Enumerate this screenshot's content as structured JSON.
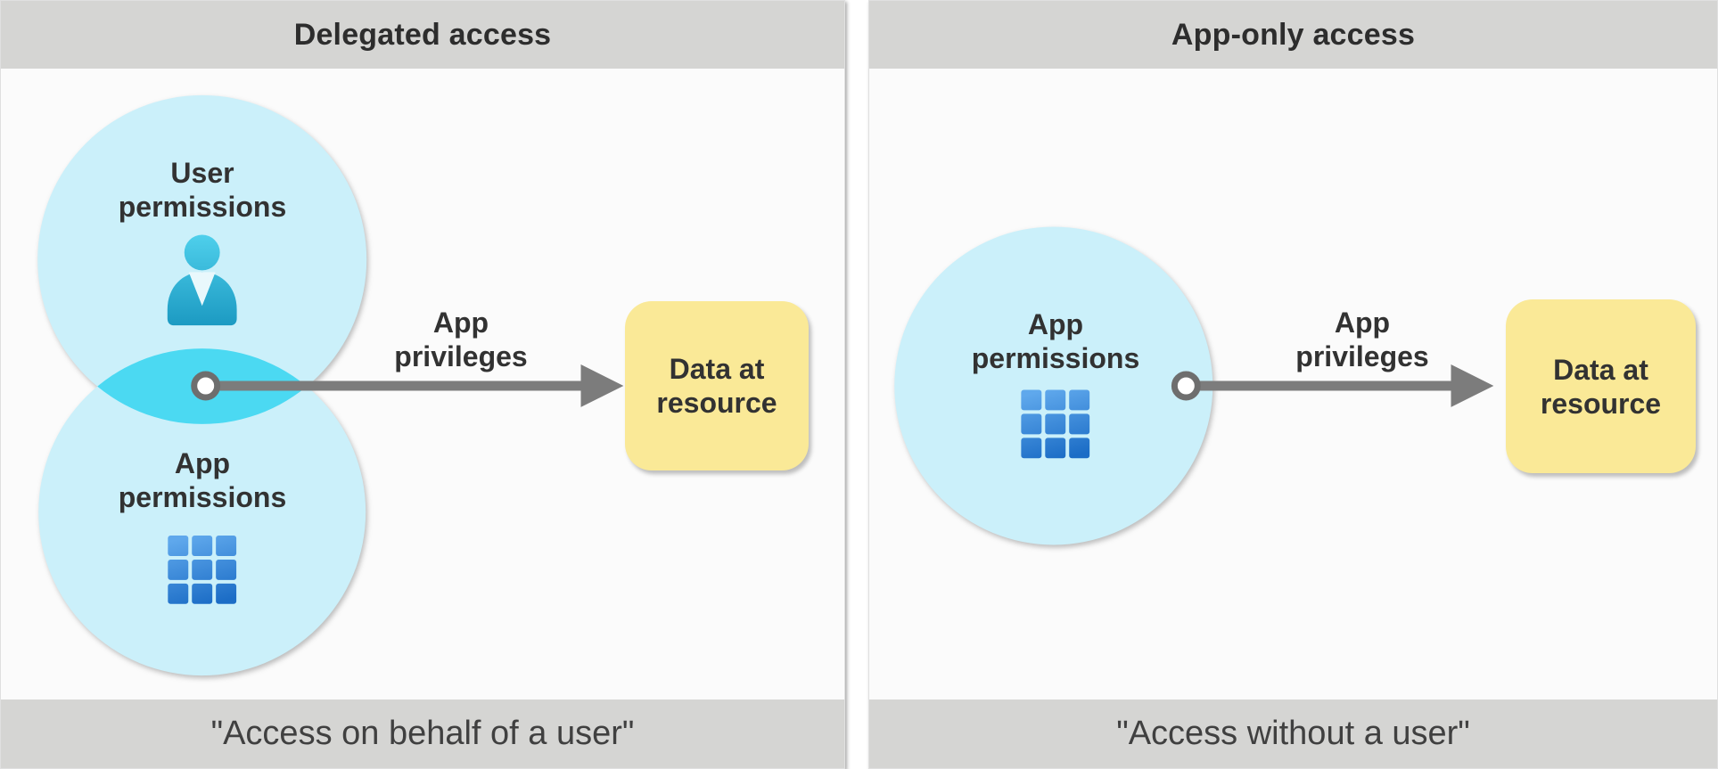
{
  "panels": [
    {
      "title": "Delegated access",
      "caption": "\"Access on behalf of a user\"",
      "circles": [
        {
          "label": "User permissions",
          "icon": "user-icon"
        },
        {
          "label": "App permissions",
          "icon": "app-grid-icon"
        }
      ],
      "arrow_label": "App privileges",
      "arrow_icon": "right-arrow-icon",
      "anchor_icon": "anchor-dot-icon",
      "resource_label": "Data at resource"
    },
    {
      "title": "App-only access",
      "caption": "\"Access without a user\"",
      "circles": [
        {
          "label": "App permissions",
          "icon": "app-grid-icon"
        }
      ],
      "arrow_label": "App privileges",
      "arrow_icon": "right-arrow-icon",
      "anchor_icon": "anchor-dot-icon",
      "resource_label": "Data at resource"
    }
  ],
  "colors": {
    "band-gray": "#d5d5d3",
    "content-bg": "#fbfbfb",
    "circle-cyan": "#cbf0fa",
    "overlap-cyan": "#4bd9f2",
    "resource-yellow": "#fae997",
    "arrow-gray": "#7c7c7c",
    "dot-ring-gray": "#6e6e6e",
    "person-teal-top": "#4fd0ec",
    "person-teal-bottom": "#1c9ac2",
    "person-collar": "#e9f8fc",
    "grid-blue-top": "#5fa8ec",
    "grid-blue-bottom": "#1c6dc6",
    "title-text": "#2d2d2d",
    "label-text": "#323232",
    "caption-text": "#404040"
  }
}
